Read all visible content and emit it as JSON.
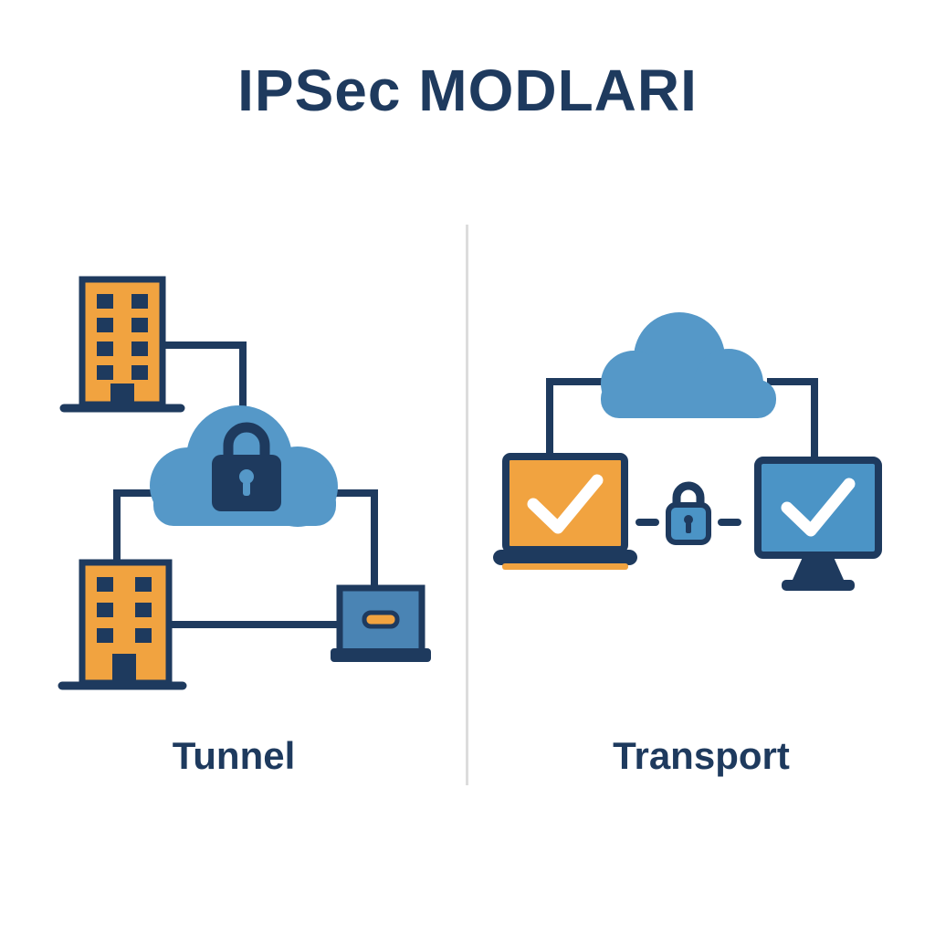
{
  "title": "IPSec MODLARI",
  "panels": [
    {
      "id": "tunnel",
      "label": "Tunnel",
      "elements": [
        "office-building",
        "cloud-with-padlock",
        "office-building",
        "vpn-gateway-server"
      ]
    },
    {
      "id": "transport",
      "label": "Transport",
      "elements": [
        "cloud",
        "laptop-with-checkmark",
        "padlock-between-hosts",
        "monitor-with-checkmark"
      ]
    }
  ],
  "colors": {
    "navy": "#1e3a5e",
    "orange": "#f1a340",
    "cloud_blue": "#5598c8",
    "server_blue": "#4a84b4",
    "screen_blue": "#4b94c6",
    "checkmark_white": "#ffffff",
    "divider_gray": "#dcdcdc",
    "background": "#ffffff"
  }
}
